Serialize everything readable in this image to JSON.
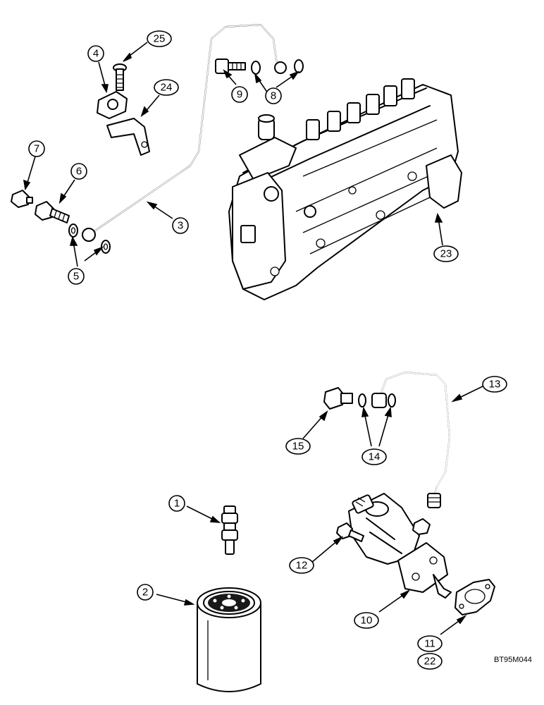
{
  "callouts": {
    "c1": "1",
    "c2": "2",
    "c3": "3",
    "c4": "4",
    "c5": "5",
    "c6": "6",
    "c7": "7",
    "c8": "8",
    "c9": "9",
    "c10": "10",
    "c11": "11",
    "c12": "12",
    "c13": "13",
    "c14": "14",
    "c15": "15",
    "c22": "22",
    "c23": "23",
    "c24": "24",
    "c25": "25"
  },
  "figure_code": "BT95M044",
  "colors": {
    "ink": "#000000",
    "paper": "#ffffff"
  }
}
